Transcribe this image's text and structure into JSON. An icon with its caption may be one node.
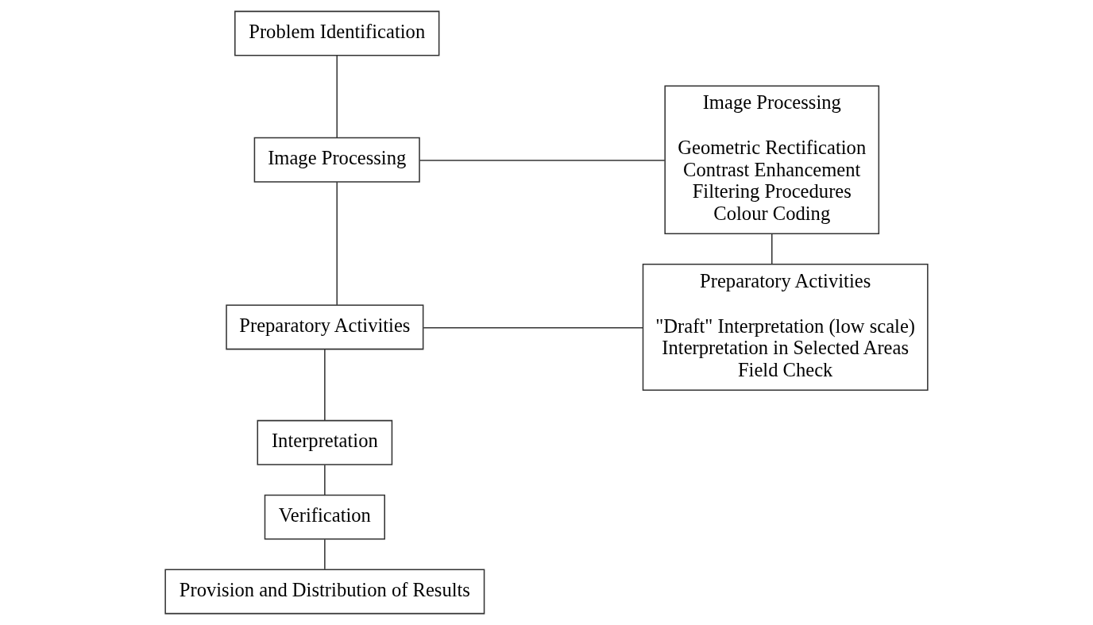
{
  "diagram": {
    "nodes": [
      {
        "text": [
          "Problem Identification"
        ]
      },
      {
        "text": [
          "Image Processing"
        ]
      },
      {
        "text": [
          "Preparatory Activities"
        ]
      },
      {
        "text": [
          "Interpretation"
        ]
      },
      {
        "text": [
          "Verification"
        ]
      },
      {
        "text": [
          "Provision and Distribution of Results"
        ]
      },
      {
        "text": [
          "Image Processing",
          "Geometric Rectification",
          "Contrast Enhancement",
          "Filtering Procedures",
          "Colour Coding"
        ]
      },
      {
        "text": [
          "Preparatory Activities",
          "\"Draft\" Interpretation (low scale)",
          "Interpretation in Selected Areas",
          "Field Check"
        ]
      }
    ],
    "edges": [
      {
        "from": 0,
        "to": 1,
        "arrow": "none"
      },
      {
        "from": 1,
        "to": 2,
        "arrow": "none"
      },
      {
        "from": 2,
        "to": 3,
        "arrow": "none"
      },
      {
        "from": 3,
        "to": 4,
        "arrow": "none"
      },
      {
        "from": 4,
        "to": 5,
        "arrow": "none"
      },
      {
        "from": 1,
        "to": 6,
        "arrow": "none"
      },
      {
        "from": 2,
        "to": 7,
        "arrow": "none"
      },
      {
        "from": 6,
        "to": 7,
        "arrow": "none"
      }
    ]
  }
}
